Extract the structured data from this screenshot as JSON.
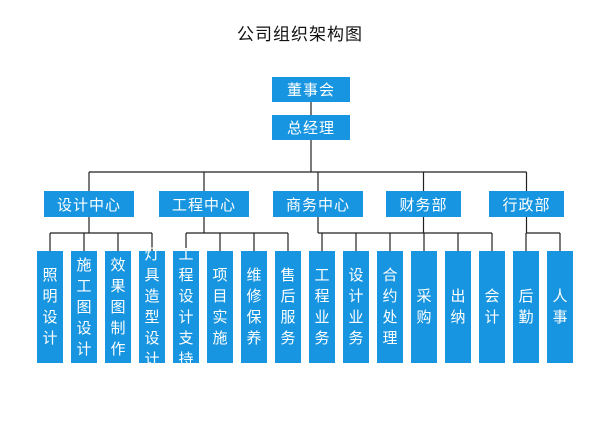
{
  "title": "公司组织架构图",
  "board": "董事会",
  "gm": "总经理",
  "depts": [
    {
      "name": "设计中心",
      "subs": [
        "照明设计",
        "施工图设计",
        "效果图制作",
        "灯具造型设计"
      ]
    },
    {
      "name": "工程中心",
      "subs": [
        "工程设计支持",
        "项目实施",
        "维修保养",
        "售后服务"
      ]
    },
    {
      "name": "商务中心",
      "subs": [
        "工程业务",
        "设计业务",
        "合约处理",
        "采购"
      ]
    },
    {
      "name": "财务部",
      "subs": [
        "出纳",
        "会计"
      ]
    },
    {
      "name": "行政部",
      "subs": [
        "后勤",
        "人事"
      ]
    }
  ],
  "colors": {
    "box": "#1795e0",
    "line": "#222222",
    "text": "#ffffff"
  }
}
